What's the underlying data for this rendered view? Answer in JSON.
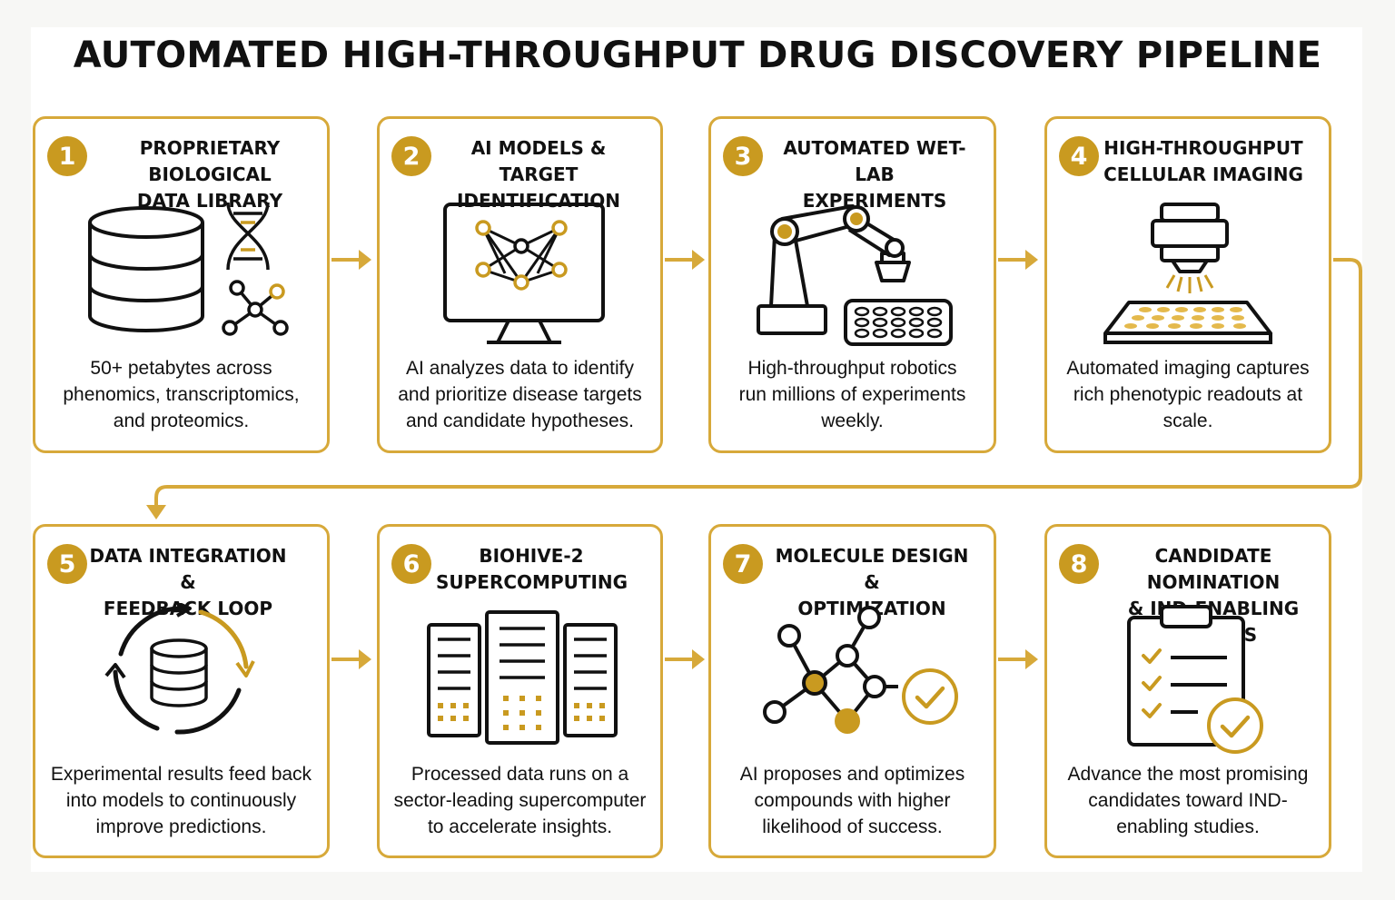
{
  "title": "AUTOMATED HIGH-THROUGHPUT DRUG DISCOVERY PIPELINE",
  "colors": {
    "accent": "#c99a20",
    "border": "#d7a93a",
    "ink": "#111111"
  },
  "steps": [
    {
      "number": "1",
      "title_lines": [
        "PROPRIETARY BIOLOGICAL",
        "DATA LIBRARY"
      ],
      "desc_lines": [
        "50+ petabytes across",
        "phenomics, transcriptomics,",
        "and proteomics."
      ],
      "icons": [
        "database-icon",
        "dna-icon",
        "molecule-icon"
      ]
    },
    {
      "number": "2",
      "title_lines": [
        "AI MODELS & TARGET",
        "IDENTIFICATION"
      ],
      "desc_lines": [
        "AI analyzes data to identify",
        "and prioritize disease targets",
        "and candidate hypotheses."
      ],
      "icons": [
        "monitor-network-icon"
      ]
    },
    {
      "number": "3",
      "title_lines": [
        "AUTOMATED WET-LAB",
        "EXPERIMENTS"
      ],
      "desc_lines": [
        "High-throughput robotics",
        "run millions of experiments",
        "weekly."
      ],
      "icons": [
        "robot-arm-icon",
        "well-plate-icon"
      ]
    },
    {
      "number": "4",
      "title_lines": [
        "HIGH-THROUGHPUT",
        "CELLULAR IMAGING"
      ],
      "desc_lines": [
        "Automated imaging captures",
        "rich phenotypic readouts at",
        "scale."
      ],
      "icons": [
        "microscope-icon",
        "imaging-plate-icon"
      ]
    },
    {
      "number": "5",
      "title_lines": [
        "DATA INTEGRATION &",
        "FEEDBACK LOOP"
      ],
      "desc_lines": [
        "Experimental results feed back",
        "into models to continuously",
        "improve predictions."
      ],
      "icons": [
        "feedback-cycle-icon"
      ]
    },
    {
      "number": "6",
      "title_lines": [
        "BIOHIVE-2",
        "SUPERCOMPUTING"
      ],
      "desc_lines": [
        "Processed data runs on a",
        "sector-leading supercomputer",
        "to accelerate insights."
      ],
      "icons": [
        "server-racks-icon"
      ]
    },
    {
      "number": "7",
      "title_lines": [
        "MOLECULE DESIGN &",
        "OPTIMIZATION"
      ],
      "desc_lines": [
        "AI proposes and optimizes",
        "compounds with higher",
        "likelihood of success."
      ],
      "icons": [
        "molecule-graph-icon",
        "check-circle-icon"
      ]
    },
    {
      "number": "8",
      "title_lines": [
        "CANDIDATE NOMINATION",
        "& IND-ENABLING STUDIES"
      ],
      "desc_lines": [
        "Advance the most promising",
        "candidates toward IND-",
        "enabling studies."
      ],
      "icons": [
        "clipboard-checklist-icon",
        "check-circle-icon"
      ]
    }
  ]
}
